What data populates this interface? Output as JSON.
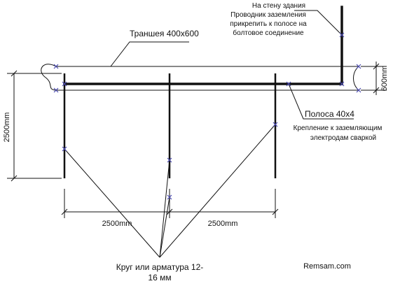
{
  "labels": {
    "wall_1": "На стену здания",
    "wall_2": "Проводник заземления",
    "wall_3": "прикрепить к полосе на",
    "wall_4": "болтовое соединение",
    "trench": "Траншея 400x600",
    "strip": "Полоса 40x4",
    "weld_1": "Крепление к заземляющим",
    "weld_2": "электродам сваркой",
    "rod_1": "Круг или арматура 12-",
    "rod_2": "16 мм",
    "site": "Remsam.com"
  },
  "dimensions": {
    "depth": "2500mm",
    "spacing_left": "2500mm",
    "spacing_right": "2500mm",
    "trench_depth": "600mm"
  },
  "colors": {
    "line": "#111111",
    "marker": "#4a4ab0"
  }
}
